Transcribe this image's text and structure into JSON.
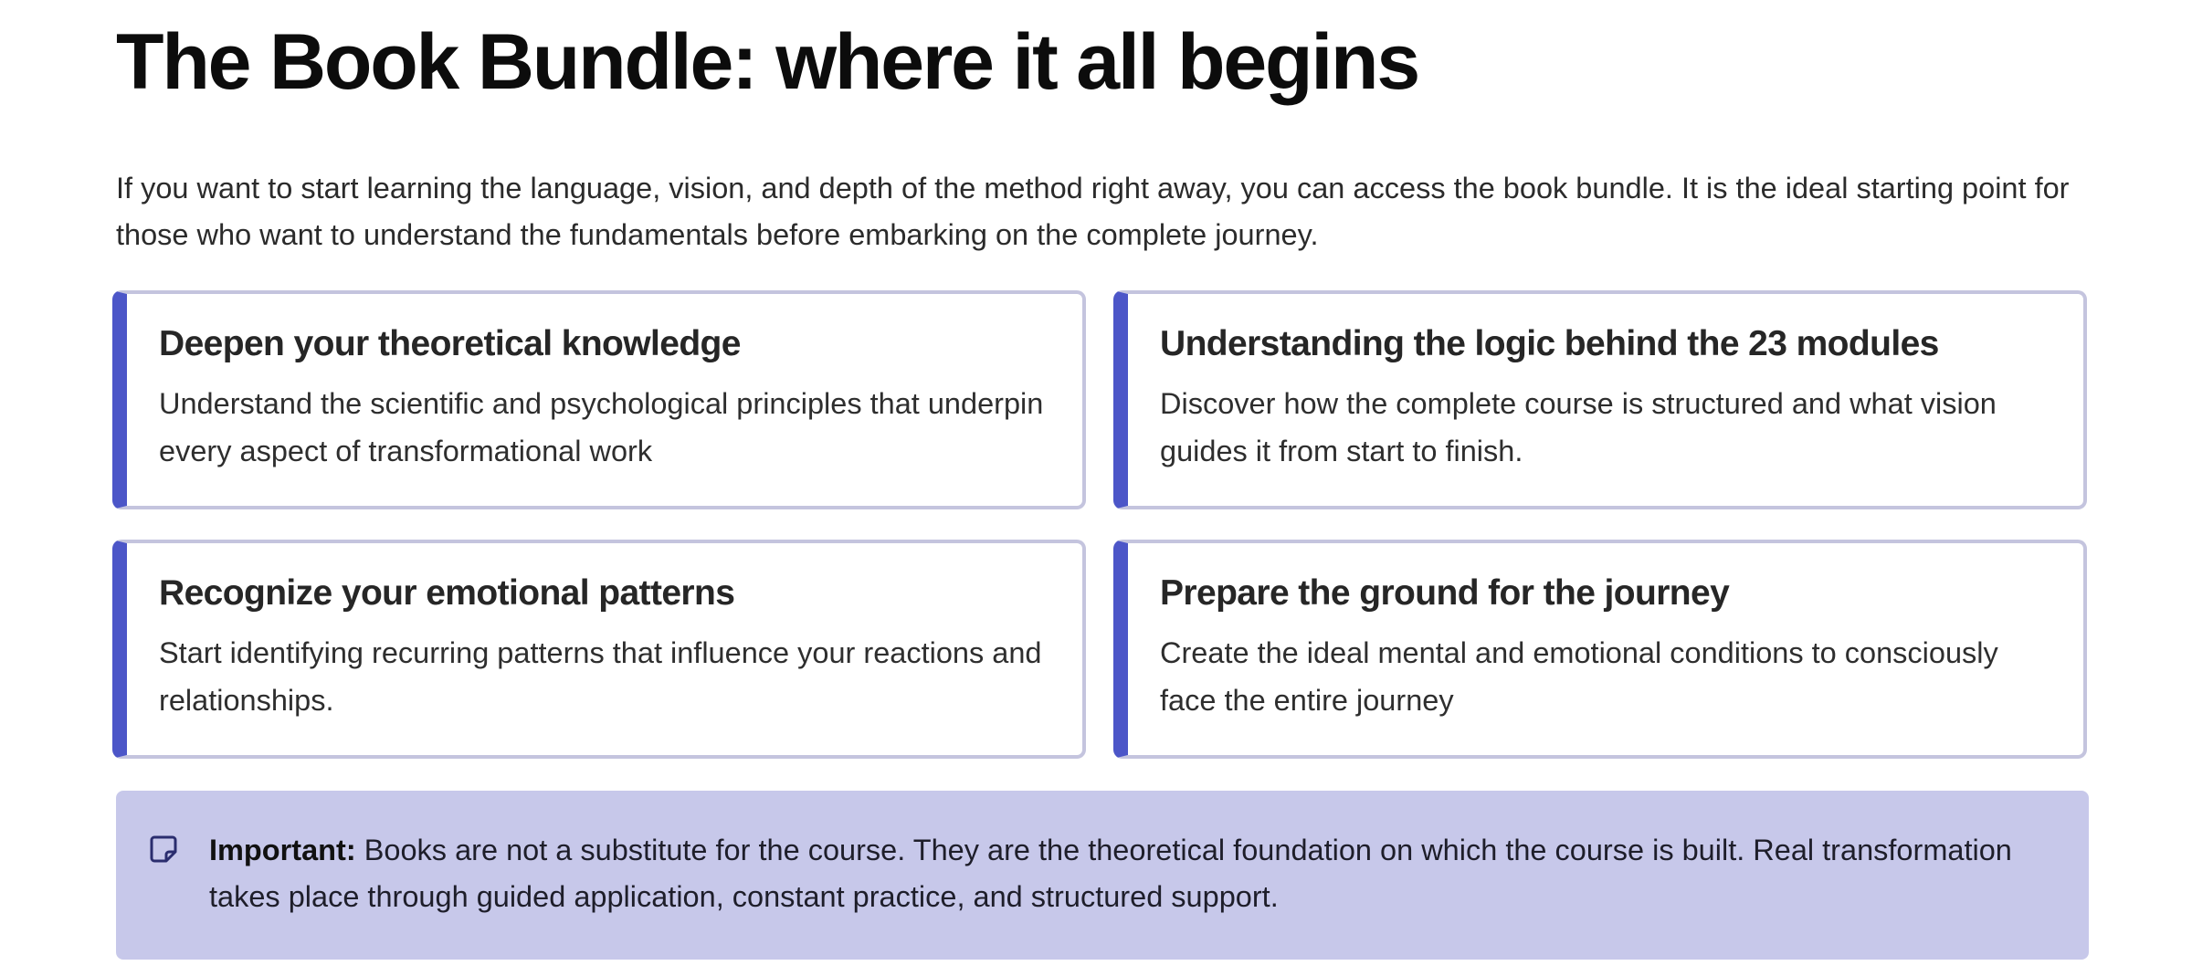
{
  "heading": "The Book Bundle: where it all begins",
  "intro": "If you want to start learning the language, vision, and depth of the method right away, you can access the book bundle. It is the ideal starting point for those who want to understand the fundamentals before embarking on the complete journey.",
  "cards": [
    {
      "title": "Deepen your theoretical knowledge",
      "text": "Understand the scientific and psychological principles that underpin every aspect of transformational work"
    },
    {
      "title": "Understanding the logic behind the 23 modules",
      "text": "Discover how the complete course is structured and what vision guides it from start to finish."
    },
    {
      "title": "Recognize your emotional patterns",
      "text": "Start identifying recurring patterns that influence your reactions and relationships."
    },
    {
      "title": "Prepare the ground for the journey",
      "text": "Create the ideal mental and emotional conditions to consciously face the entire journey"
    }
  ],
  "note": {
    "icon": "sticky-note-icon",
    "label": "Important:",
    "text": " Books are not a substitute for the course. They are the theoretical foundation on which the course is built. Real transformation takes place through guided application, constant practice, and structured support."
  },
  "colors": {
    "accent": "#4c56c8",
    "card_border": "#c4c4de",
    "note_background": "#c7c8ea"
  }
}
